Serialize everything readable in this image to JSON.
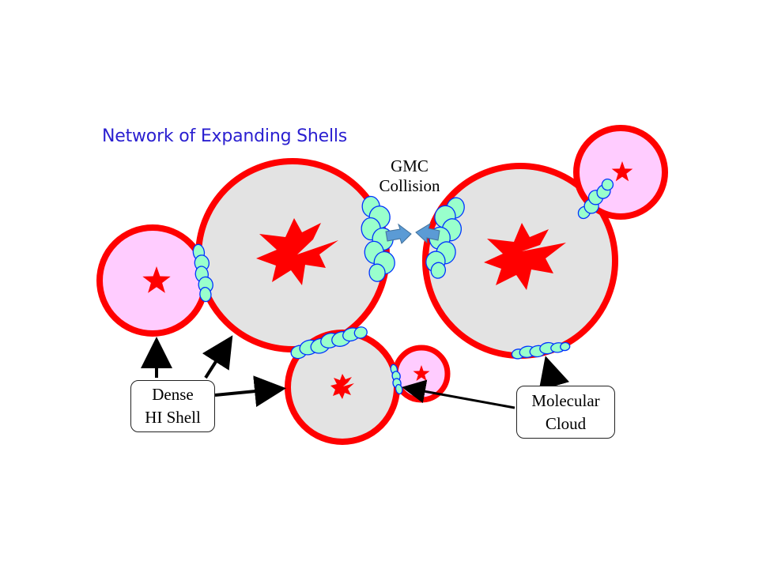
{
  "title": "Network of Expanding Shells",
  "gmc_label": {
    "line1": "GMC",
    "line2": "Collision"
  },
  "callouts": {
    "dense_hi_shell": {
      "line1": "Dense",
      "line2": "HI Shell"
    },
    "molecular_cloud": {
      "line1": "Molecular",
      "line2": "Cloud"
    }
  },
  "colors": {
    "shell_ring": "#ff0000",
    "large_bubble_fill": "#e3e3e3",
    "small_bubble_fill": "#ffccff",
    "cloud_fill": "#99ffcc",
    "cloud_outline": "#0033ff",
    "collision_arrow": "#5b9bd5",
    "title_text": "#2a1fd0"
  }
}
